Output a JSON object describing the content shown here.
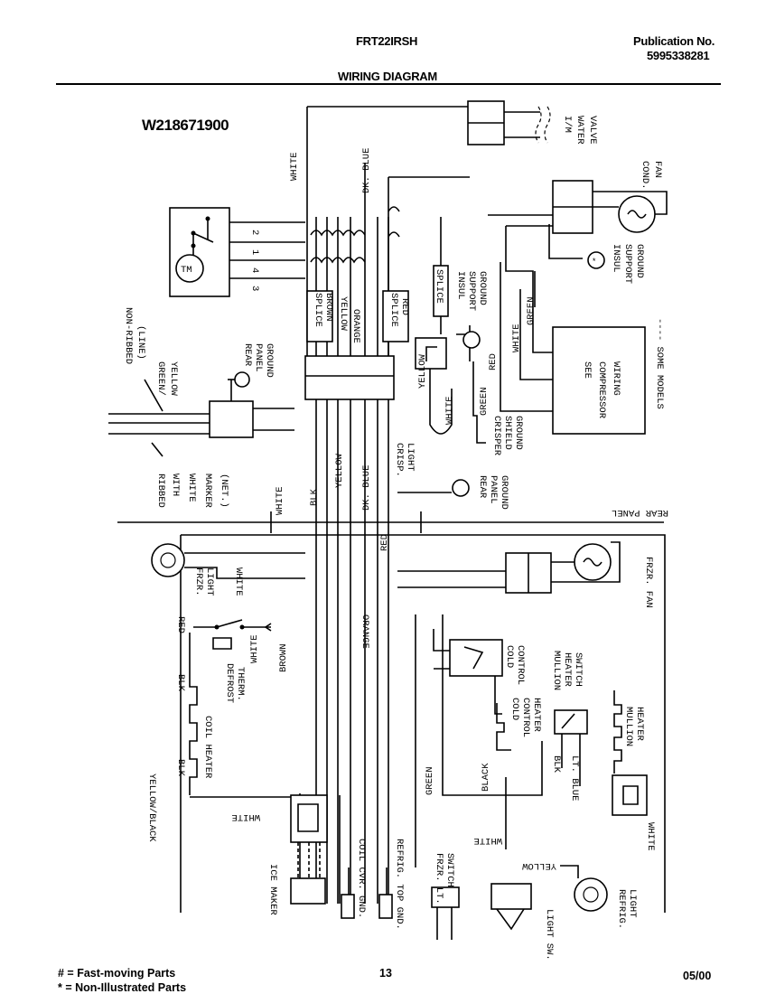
{
  "header": {
    "model": "FRT22IRSH",
    "publication_label": "Publication No.",
    "publication_number": "5995338281",
    "title": "WIRING DIAGRAM"
  },
  "diagram": {
    "diagram_number": "W218671900",
    "labels": {
      "im_water_valve": [
        "I/M",
        "WATER",
        "VALVE"
      ],
      "cond_fan": [
        "COND.",
        "FAN"
      ],
      "insul_support_ground": [
        "INSUL",
        "SUPPORT",
        "GROUND"
      ],
      "see_compressor_wiring": [
        "SEE",
        "COMPRESSOR",
        "WIRING"
      ],
      "some_models": "---- SOME MODELS",
      "non_ribbed_line": [
        "NON-RIBBED",
        "(LINE)"
      ],
      "green_yellow": [
        "GREEN/",
        "YELLOW"
      ],
      "rear_panel_ground": [
        "REAR",
        "PANEL",
        "GROUND"
      ],
      "ribbed_marker": [
        "RIBBED",
        "WITH",
        "WHITE",
        "MARKER",
        "(NET.)"
      ],
      "crisp_light": [
        "CRISP.",
        "LIGHT"
      ],
      "crisper_shield_ground": [
        "CRISPER",
        "SHIELD",
        "GROUND"
      ],
      "rear_panel": "REAR PANEL",
      "frzr_light": [
        "FRZR.",
        "LIGHT"
      ],
      "frzr_fan": "FRZR. FAN",
      "defrost_therm": [
        "DEFROST",
        "THERM."
      ],
      "coil_heater": "COIL HEATER",
      "cold_control": [
        "COLD",
        "CONTROL"
      ],
      "cold_control_heater": [
        "COLD",
        "CONTROL",
        "HEATER"
      ],
      "mullion_heater_switch": [
        "MULLION",
        "HEATER",
        "SWITCH"
      ],
      "mullion_heater": [
        "MULLION",
        "HEATER"
      ],
      "ice_maker": "ICE MAKER",
      "coil_cvr_gnd": "COIL CVR. GND.",
      "refrig_top_gnd": "REFRIG. TOP GND.",
      "frzr_lt_switch": [
        "FRZR. LT.",
        "SWITCH"
      ],
      "light_sw": "LIGHT SW.",
      "refrig_light": [
        "REFRIG.",
        "LIGHT"
      ],
      "tm": "TM",
      "splice": "SPLICE",
      "terminals": [
        "2",
        "1",
        "4",
        "3"
      ]
    },
    "wire_colors": {
      "white": "WHITE",
      "dk_blue": "DK. BLUE",
      "brown": "BROWN",
      "yellow": "YELLOW",
      "orange": "ORANGE",
      "red": "RED",
      "green": "GREEN",
      "blk": "BLK",
      "black": "BLACK",
      "lt_blue": "LT. BLUE",
      "yellow_black": "YELLOW/BLACK"
    }
  },
  "footer": {
    "legend_1": "# = Fast-moving Parts",
    "legend_2": "* = Non-Illustrated Parts",
    "page_number": "13",
    "date": "05/00"
  }
}
